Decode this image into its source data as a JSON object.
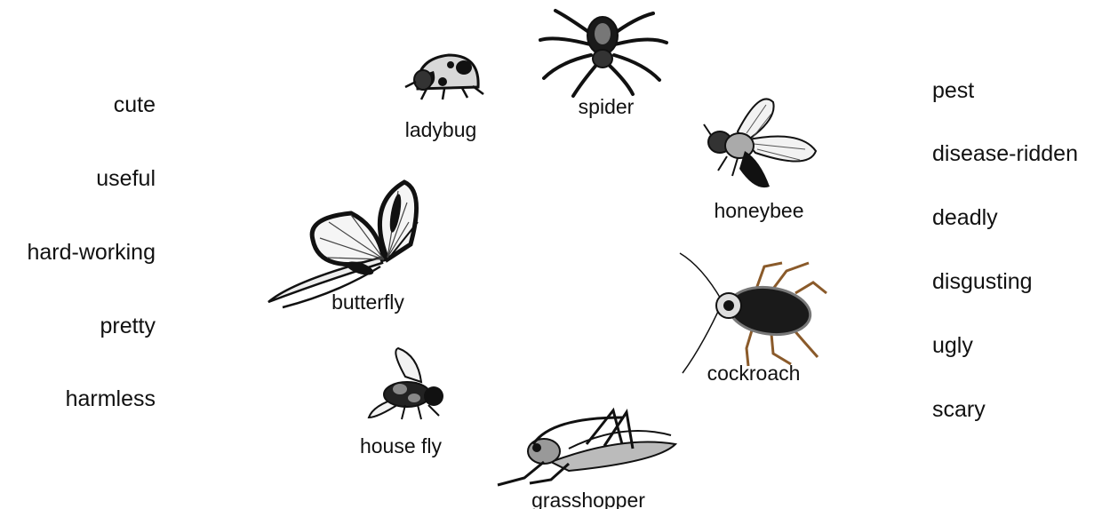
{
  "positive_words": [
    "cute",
    "useful",
    "hard-working",
    "pretty",
    "harmless"
  ],
  "negative_words": [
    "pest",
    "disease-ridden",
    "deadly",
    "disgusting",
    "ugly",
    "scary"
  ],
  "insects": {
    "ladybug": "ladybug",
    "spider": "spider",
    "honeybee": "honeybee",
    "butterfly": "butterfly",
    "cockroach": "cockroach",
    "house_fly": "house fly",
    "grasshopper": "grasshopper"
  }
}
